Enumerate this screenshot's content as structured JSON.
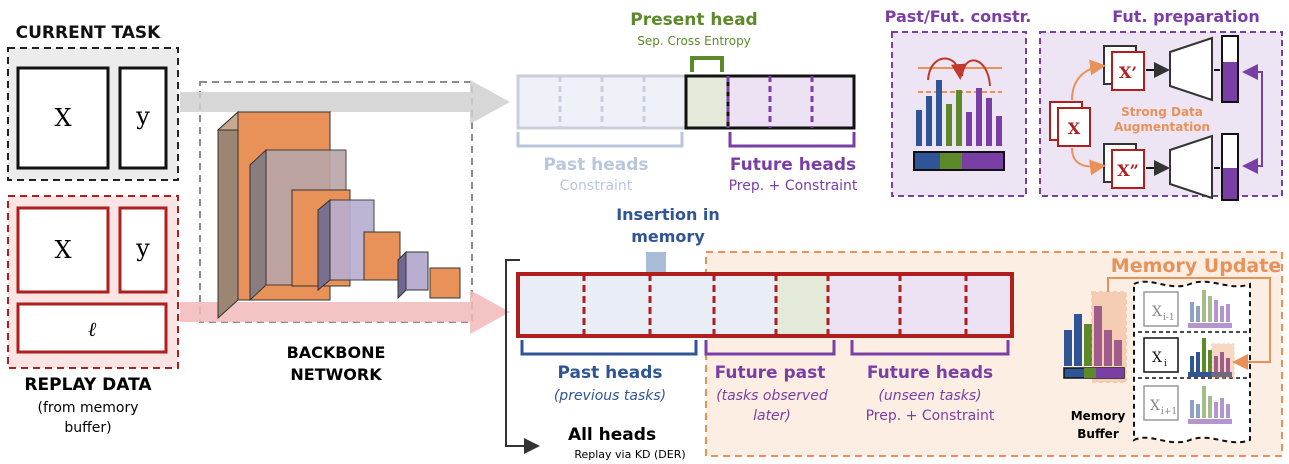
{
  "current_task": {
    "title": "CURRENT TASK",
    "x_label": "X",
    "y_label": "y"
  },
  "replay": {
    "title": "REPLAY DATA",
    "subtitle_1": "(from memory",
    "subtitle_2": "buffer)",
    "x_label": "X",
    "y_label": "y",
    "l_label": "ℓ"
  },
  "backbone": {
    "line1": "BACKBONE",
    "line2": "NETWORK"
  },
  "present_head": {
    "title": "Present head",
    "subtitle": "Sep. Cross Entropy"
  },
  "top_past_heads": {
    "title": "Past heads",
    "subtitle": "Constraint"
  },
  "top_future_heads": {
    "title": "Future heads",
    "subtitle": "Prep. + Constraint"
  },
  "past_fut_constr": {
    "title": "Past/Fut. constr."
  },
  "fut_preparation": {
    "title": "Fut. preparation",
    "x": "X",
    "x_prime": "X’",
    "x_dprime": "X”",
    "aug_line1": "Strong Data",
    "aug_line2": "Augmentation"
  },
  "insertion": {
    "line1": "Insertion in",
    "line2": "memory"
  },
  "memory_update": {
    "title": "Memory Update",
    "buffer_line1": "Memory",
    "buffer_line2": "Buffer",
    "xi_minus": "i-1",
    "xi": "i",
    "xi_plus": "i+1",
    "x": "X"
  },
  "bottom_past_heads": {
    "title": "Past heads",
    "subtitle": "(previous tasks)"
  },
  "bottom_future_past": {
    "title": "Future past",
    "subtitle_1": "(tasks observed",
    "subtitle_2": "later)"
  },
  "bottom_future_heads": {
    "title": "Future heads",
    "subtitle_1": "(unseen tasks)",
    "subtitle_2": "Prep. + Constraint"
  },
  "all_heads": {
    "title": "All heads",
    "subtitle": "Replay via KD (DER)"
  },
  "colors": {
    "red": "#b01e1e",
    "purple": "#7a3fa5",
    "green": "#5c8a2a",
    "blue": "#2f5597",
    "orange": "#e8925a",
    "light_blue": "#b9c7dd",
    "gray": "#8c8c8c"
  }
}
